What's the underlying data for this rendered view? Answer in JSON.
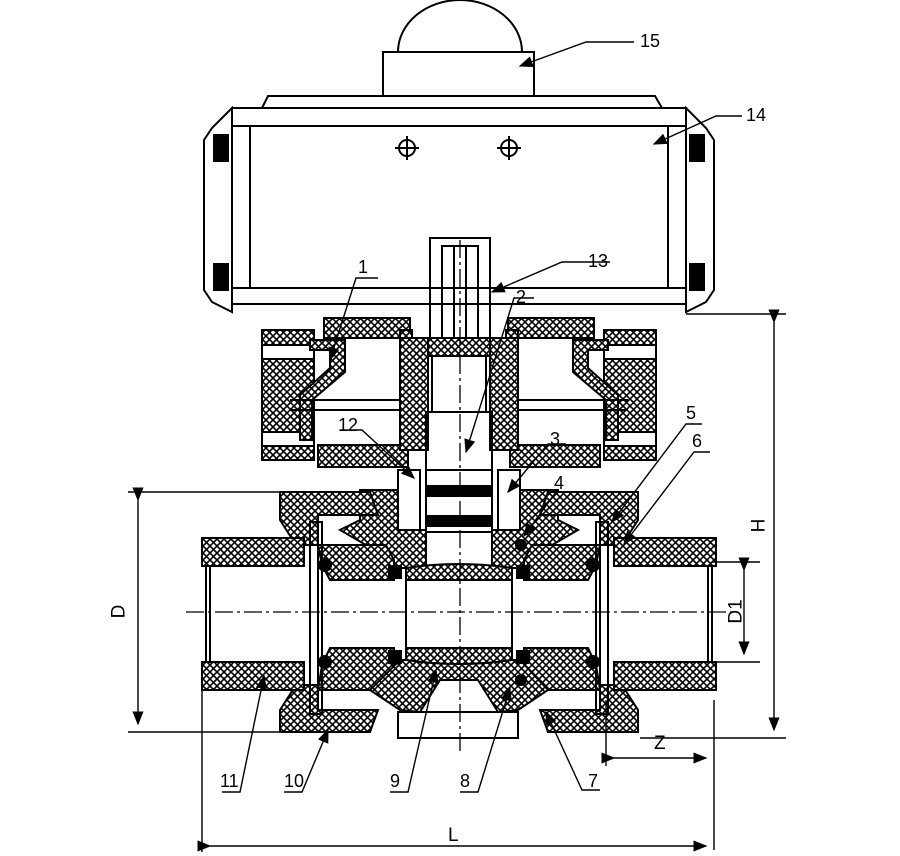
{
  "callouts": {
    "c1": "1",
    "c2": "2",
    "c3": "3",
    "c4": "4",
    "c5": "5",
    "c6": "6",
    "c7": "7",
    "c8": "8",
    "c9": "9",
    "c10": "10",
    "c11": "11",
    "c12": "12",
    "c13": "13",
    "c14": "14",
    "c15": "15"
  },
  "dimensions": {
    "D": "D",
    "D1": "D1",
    "H": "H",
    "Z": "Z",
    "L": "L"
  },
  "colors": {
    "line": "#000000",
    "paper": "#ffffff"
  }
}
